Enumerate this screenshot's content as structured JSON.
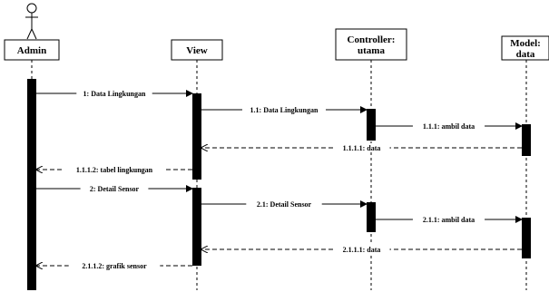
{
  "participants": [
    {
      "id": "admin",
      "lines": [
        "Admin"
      ],
      "actor": true
    },
    {
      "id": "view",
      "lines": [
        "View"
      ]
    },
    {
      "id": "controller",
      "lines": [
        "Controller:",
        "utama"
      ]
    },
    {
      "id": "model",
      "lines": [
        "Model:",
        "data"
      ]
    }
  ],
  "messages": [
    {
      "label": "1: Data Lingkungan",
      "from": "admin",
      "to": "view",
      "kind": "call"
    },
    {
      "label": "1.1: Data Lingkungan",
      "from": "view",
      "to": "controller",
      "kind": "call"
    },
    {
      "label": "1.1.1: ambil data",
      "from": "controller",
      "to": "model",
      "kind": "call"
    },
    {
      "label": "1.1.1.1: data",
      "from": "model",
      "to": "view",
      "kind": "return"
    },
    {
      "label": "1.1.1.2: tabel lingkungan",
      "from": "view",
      "to": "admin",
      "kind": "return"
    },
    {
      "label": "2: Detail Sensor",
      "from": "admin",
      "to": "view",
      "kind": "call"
    },
    {
      "label": "2.1: Detail Sensor",
      "from": "view",
      "to": "controller",
      "kind": "call"
    },
    {
      "label": "2.1.1: ambil data",
      "from": "controller",
      "to": "model",
      "kind": "call"
    },
    {
      "label": "2.1.1.1: data",
      "from": "model",
      "to": "view",
      "kind": "return"
    },
    {
      "label": "2.1.1.2: grafik sensor",
      "from": "view",
      "to": "admin",
      "kind": "return"
    }
  ]
}
